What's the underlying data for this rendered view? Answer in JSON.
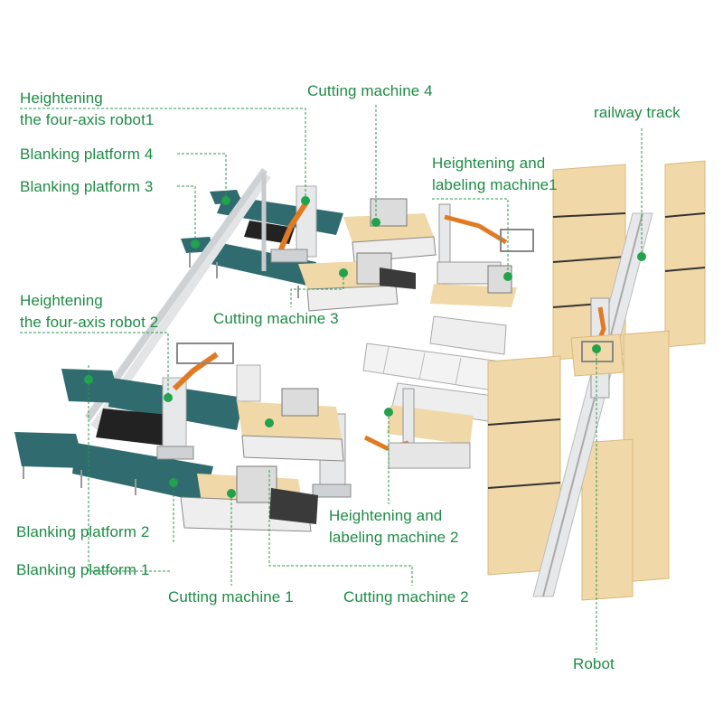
{
  "colors": {
    "label_text": "#1e8c45",
    "leader_line": "#2a9a50",
    "marker_dot": "#23a24d",
    "platform": "#2f6b6f",
    "platform_dark": "#264f54",
    "wood": "#f1d8a8",
    "wood_dark": "#d9b97c",
    "robot_arm": "#e07b24",
    "frame": "#d7dadc",
    "rack": "#3a3a3a",
    "belt": "#2a2a2a"
  },
  "labels": {
    "robot1_line1": "Heightening",
    "robot1_line2": "the four-axis robot1",
    "blanking4": "Blanking platform 4",
    "blanking3": "Blanking platform 3",
    "cutting4": "Cutting machine 4",
    "labeling1_line1": "Heightening and",
    "labeling1_line2": "labeling machine1",
    "railway": "railway track",
    "cutting3": "Cutting machine 3",
    "robot2_line1": "Heightening",
    "robot2_line2": "the four-axis robot 2",
    "labeling2_line1": "Heightening and",
    "labeling2_line2": "labeling machine 2",
    "blanking2": "Blanking platform 2",
    "blanking1": "Blanking platform 1",
    "cutting1": "Cutting machine 1",
    "cutting2": "Cutting machine 2",
    "robot": "Robot"
  }
}
